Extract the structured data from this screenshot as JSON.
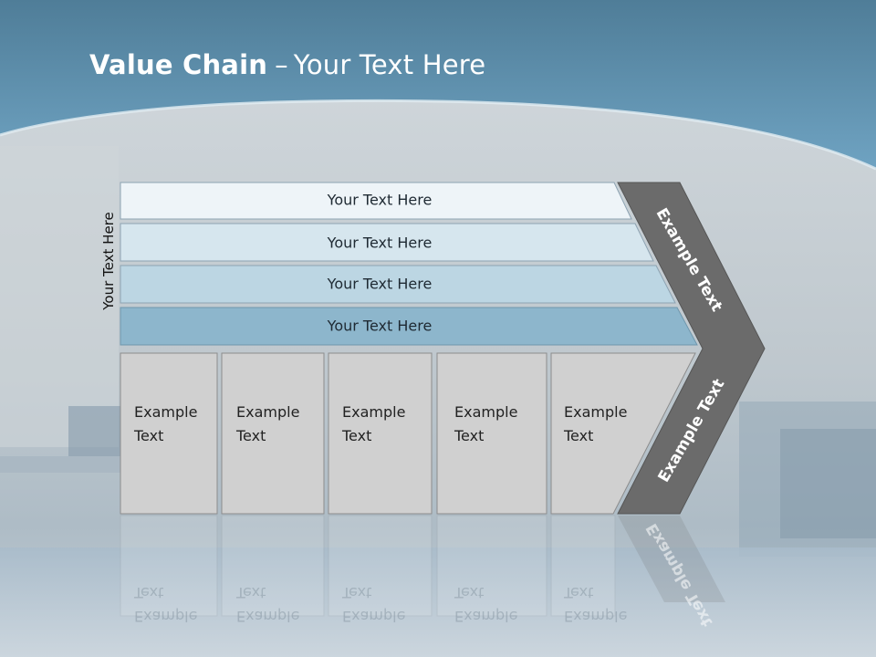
{
  "slide": {
    "title_bold": "Value Chain",
    "title_dash": "–",
    "title_rest": "Your Text Here"
  },
  "vertical_label": "Your Text Here",
  "top_bars": [
    {
      "label": "Your Text Here",
      "color": "#eef4f8"
    },
    {
      "label": "Your Text Here",
      "color": "#d6e6ee"
    },
    {
      "label": "Your Text Here",
      "color": "#bcd6e3"
    },
    {
      "label": "Your Text Here",
      "color": "#8db6cc"
    }
  ],
  "columns": [
    {
      "line1": "Example",
      "line2": "Text"
    },
    {
      "line1": "Example",
      "line2": "Text"
    },
    {
      "line1": "Example",
      "line2": "Text"
    },
    {
      "line1": "Example",
      "line2": "Text"
    },
    {
      "line1": "Example",
      "line2": "Text"
    }
  ],
  "chevron": {
    "upper_label": "Example Text",
    "lower_label": "Example Text",
    "color": "#6b6b6b"
  },
  "colors": {
    "header_blue": "#5d93b3",
    "column_fill": "#d0d0d0",
    "column_stroke": "#8c8c8c"
  }
}
